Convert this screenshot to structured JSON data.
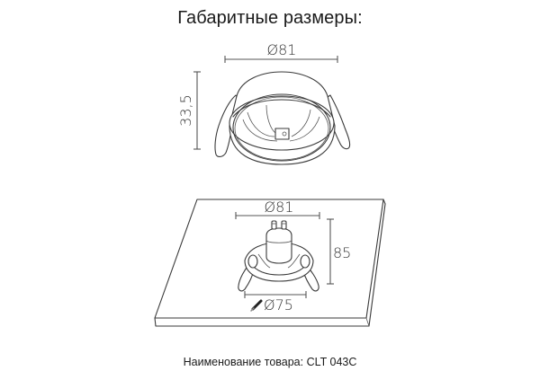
{
  "header": {
    "title": "Габаритные размеры:"
  },
  "top_view": {
    "diameter_label": "Ø81",
    "height_label": "33,5"
  },
  "installed_view": {
    "outer_diameter_label": "Ø81",
    "depth_label": "85",
    "cutout_diameter_label": "Ø75",
    "cutout_icon": "drill-icon"
  },
  "footer": {
    "product_name": "Наименование товара: CLT 043C"
  },
  "colors": {
    "background": "#ffffff",
    "line": "#3a3a3a",
    "text": "#1a1a1a"
  }
}
